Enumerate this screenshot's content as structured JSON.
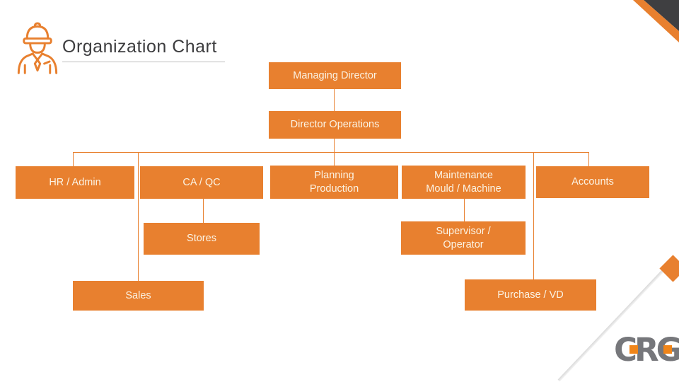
{
  "slide": {
    "title": "Organization Chart",
    "logo_text": "CRG",
    "accent_color": "#E8802F",
    "dark_corner_color": "#3F3F41",
    "box_text_color": "#FBF3E4",
    "icon": "engineer-worker-icon"
  },
  "org": {
    "nodes": [
      {
        "id": "managing-director",
        "label": "Managing Director"
      },
      {
        "id": "director-operations",
        "label": "Director Operations"
      },
      {
        "id": "hr-admin",
        "label": "HR / Admin"
      },
      {
        "id": "ca-qc",
        "label": "CA / QC"
      },
      {
        "id": "planning-production",
        "label": "Planning\nProduction"
      },
      {
        "id": "maintenance",
        "label": "Maintenance\nMould / Machine"
      },
      {
        "id": "accounts",
        "label": "Accounts"
      },
      {
        "id": "stores",
        "label": "Stores"
      },
      {
        "id": "supervisor-operator",
        "label": "Supervisor /\nOperator"
      },
      {
        "id": "sales",
        "label": "Sales"
      },
      {
        "id": "purchase-vd",
        "label": "Purchase / VD"
      }
    ]
  }
}
